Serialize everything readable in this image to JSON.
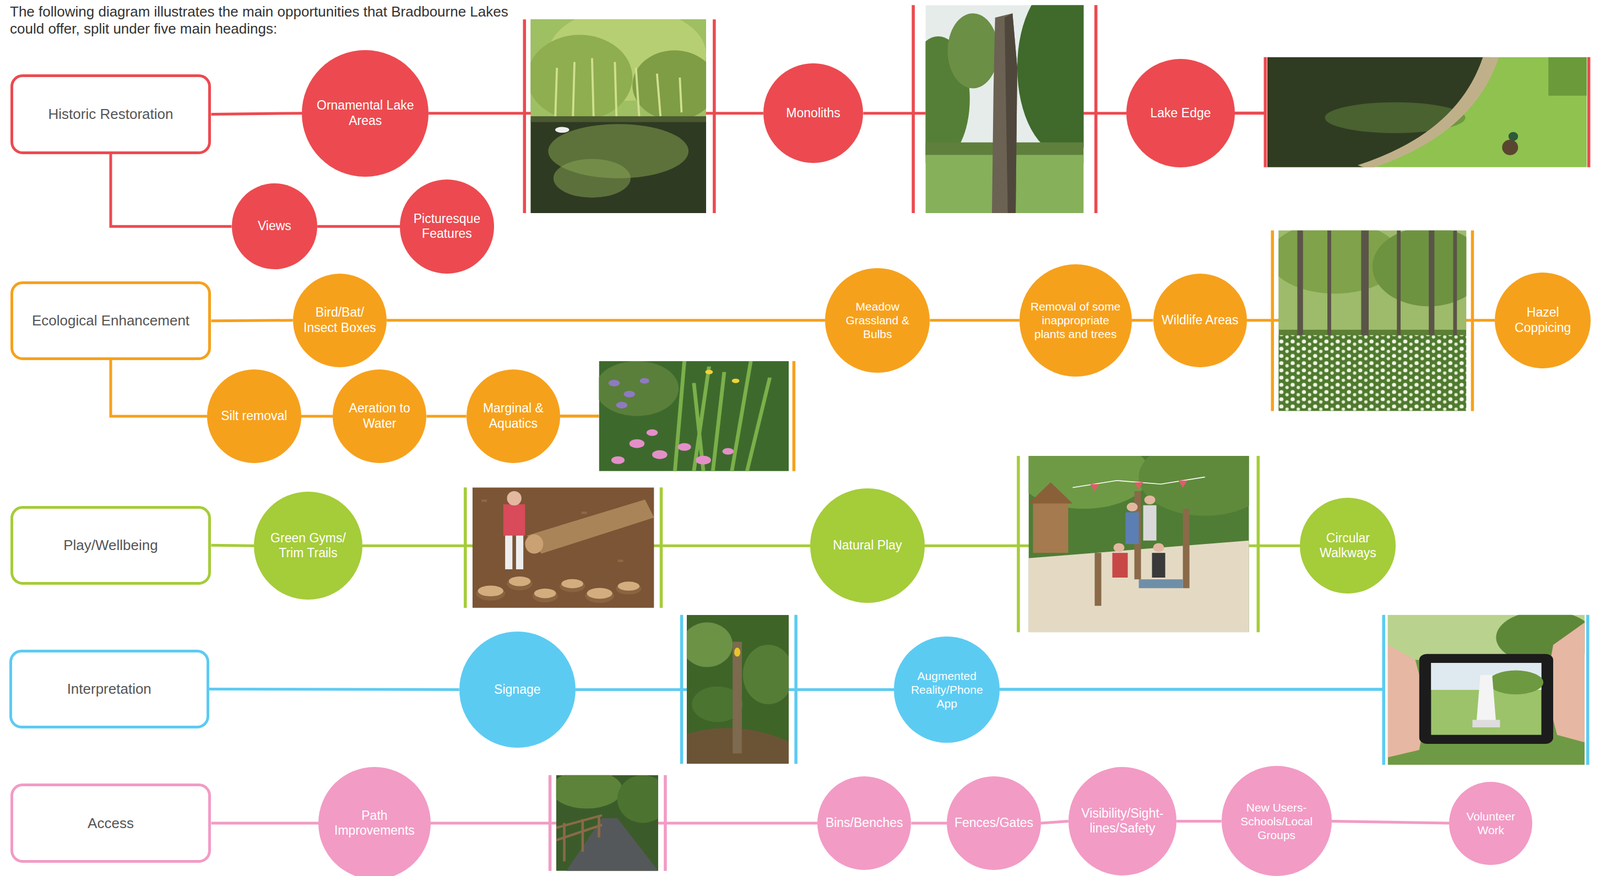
{
  "diagram": {
    "title": "The following diagram illustrates the main opportunities that Bradbourne Lakes could offer, split under five main headings:",
    "nodes": [
      {
        "text": [
          "Historic Restoration"
        ]
      },
      {
        "text": [
          "Ornamental Lake Areas"
        ]
      },
      {
        "text": [
          "Monoliths"
        ]
      },
      {
        "text": [
          "Lake Edge"
        ]
      },
      {
        "text": [
          "Views"
        ]
      },
      {
        "text": [
          "Picturesque Features"
        ]
      },
      {
        "text": [
          "Ecological Enhancement"
        ]
      },
      {
        "text": [
          "Bird/Bat/ Insect Boxes"
        ]
      },
      {
        "text": [
          "Meadow Grassland & Bulbs"
        ]
      },
      {
        "text": [
          "Removal of some inappropriate plants and trees"
        ]
      },
      {
        "text": [
          "Wildlife Areas"
        ]
      },
      {
        "text": [
          "Hazel Coppicing"
        ]
      },
      {
        "text": [
          "Silt removal"
        ]
      },
      {
        "text": [
          "Aeration to Water"
        ]
      },
      {
        "text": [
          "Marginal & Aquatics"
        ]
      },
      {
        "text": [
          "Play/Wellbeing"
        ]
      },
      {
        "text": [
          "Green Gyms/ Trim Trails"
        ]
      },
      {
        "text": [
          "Natural Play"
        ]
      },
      {
        "text": [
          "Circular Walkways"
        ]
      },
      {
        "text": [
          "Interpretation"
        ]
      },
      {
        "text": [
          "Signage"
        ]
      },
      {
        "text": [
          "Augmented Reality/Phone App"
        ]
      },
      {
        "text": [
          "Access"
        ]
      },
      {
        "text": [
          "Path Improvements"
        ]
      },
      {
        "text": [
          "Bins/Benches"
        ]
      },
      {
        "text": [
          "Fences/Gates"
        ]
      },
      {
        "text": [
          "Visibility/Sight-lines/Safety"
        ]
      },
      {
        "text": [
          "New Users- Schools/Local Groups"
        ]
      },
      {
        "text": [
          "Volunteer Work"
        ]
      }
    ],
    "edges": [
      {
        "from": 0,
        "to": 1,
        "arrow": "none"
      },
      {
        "from": 1,
        "to": 2,
        "arrow": "none"
      },
      {
        "from": 2,
        "to": 3,
        "arrow": "none"
      },
      {
        "from": 0,
        "to": 4,
        "arrow": "none"
      },
      {
        "from": 4,
        "to": 5,
        "arrow": "none"
      },
      {
        "from": 6,
        "to": 7,
        "arrow": "none"
      },
      {
        "from": 7,
        "to": 8,
        "arrow": "none"
      },
      {
        "from": 8,
        "to": 9,
        "arrow": "none"
      },
      {
        "from": 9,
        "to": 10,
        "arrow": "none"
      },
      {
        "from": 10,
        "to": 11,
        "arrow": "none"
      },
      {
        "from": 6,
        "to": 12,
        "arrow": "none"
      },
      {
        "from": 12,
        "to": 13,
        "arrow": "none"
      },
      {
        "from": 13,
        "to": 14,
        "arrow": "none"
      },
      {
        "from": 15,
        "to": 16,
        "arrow": "none"
      },
      {
        "from": 16,
        "to": 17,
        "arrow": "none"
      },
      {
        "from": 17,
        "to": 18,
        "arrow": "none"
      },
      {
        "from": 19,
        "to": 20,
        "arrow": "none"
      },
      {
        "from": 20,
        "to": 21,
        "arrow": "none"
      },
      {
        "from": 22,
        "to": 23,
        "arrow": "none"
      },
      {
        "from": 23,
        "to": 24,
        "arrow": "none"
      },
      {
        "from": 24,
        "to": 25,
        "arrow": "none"
      },
      {
        "from": 25,
        "to": 26,
        "arrow": "none"
      },
      {
        "from": 26,
        "to": 27,
        "arrow": "none"
      },
      {
        "from": 27,
        "to": 28,
        "arrow": "none"
      }
    ]
  }
}
